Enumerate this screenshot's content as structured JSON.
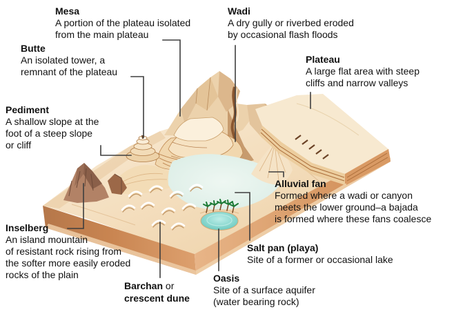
{
  "labels": {
    "mesa": {
      "term": "Mesa",
      "desc_lines": [
        "A portion of the plateau isolated",
        "from the main plateau"
      ]
    },
    "wadi": {
      "term": "Wadi",
      "desc_lines": [
        "A dry gully or riverbed eroded",
        "by occasional flash floods"
      ]
    },
    "butte": {
      "term": "Butte",
      "desc_lines": [
        "An isolated tower, a",
        "remnant of the plateau"
      ]
    },
    "plateau": {
      "term": "Plateau",
      "desc_lines": [
        "A large flat area with steep",
        "cliffs and narrow valleys"
      ]
    },
    "pediment": {
      "term": "Pediment",
      "desc_lines": [
        "A shallow slope at the",
        "foot of a steep slope",
        "or cliff"
      ]
    },
    "inselberg": {
      "term": "Inselberg",
      "desc_lines": [
        "An island mountain",
        "of resistant rock rising from",
        "the softer more easily eroded",
        "rocks of the plain"
      ]
    },
    "barchan": {
      "term_bold_1": "Barchan",
      "term_normal": " or",
      "term_bold_2": "crescent dune"
    },
    "oasis": {
      "term": "Oasis",
      "desc_lines": [
        "Site of a surface aquifer",
        "(water bearing rock)"
      ]
    },
    "salt_pan": {
      "term": "Salt pan (playa)",
      "desc_lines": [
        "Site of a former or occasional lake"
      ]
    },
    "alluvial_fan": {
      "term": "Alluvial fan",
      "desc_lines": [
        "Formed where a wadi or canyon",
        "meets the lower ground–a bajada",
        "is formed where these fans coalesce"
      ]
    }
  },
  "colors": {
    "text": "#111111",
    "leader": "#3e3e3e",
    "sand_light": "#f8ecd6",
    "sand": "#f0d6ae",
    "sand_shadow": "#e0bb8c",
    "cliff_line": "#a96a38",
    "face_dark": "#bd7b4c",
    "face_mid": "#d08b57",
    "face_light": "#ecc9a2",
    "inselberg": "#ab7c60",
    "inselberg_dark": "#8a5f49",
    "salt_pan": "#e3f1ec",
    "oasis_water": "#5cc6bc",
    "palm_green": "#1c7a36",
    "palm_trunk": "#7a4a26"
  }
}
